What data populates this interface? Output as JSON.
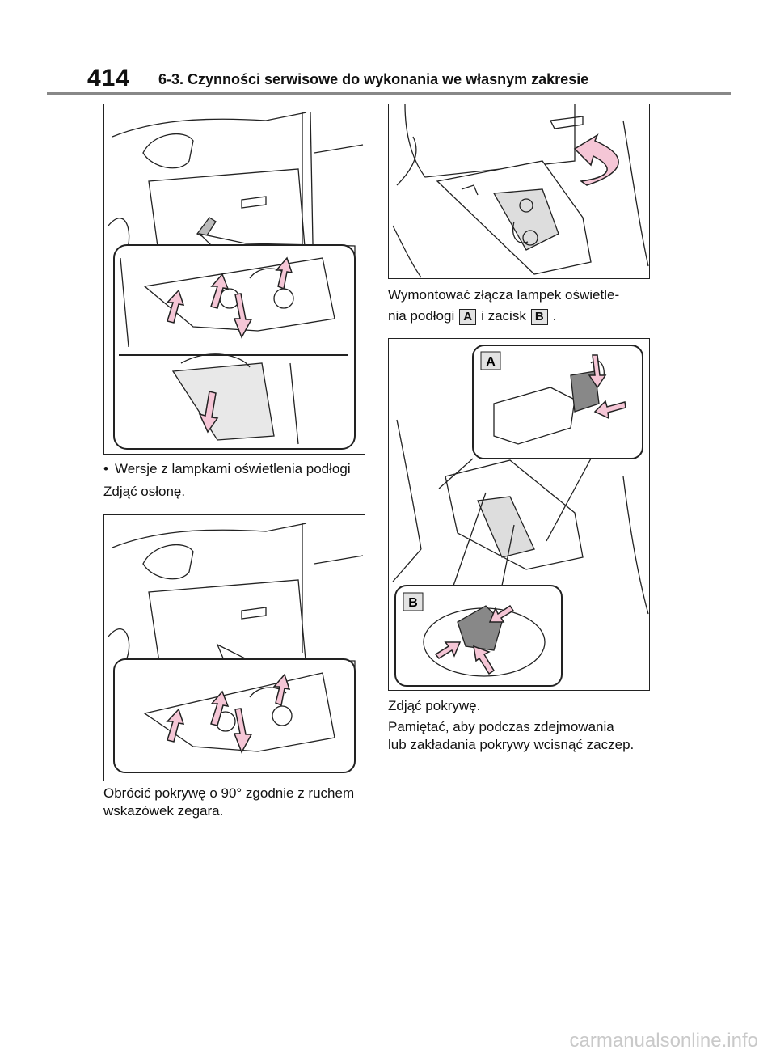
{
  "header": {
    "page_number": "414",
    "section_title": "6-3. Czynności serwisowe do wykonania we własnym zakresie"
  },
  "left_column": {
    "bullet_line": "Wersje z lampkami oświetlenia podłogi",
    "step_remove_cover": "Zdjąć osłonę.",
    "rotate_line1": "Obrócić pokrywę o 90° zgodnie z ruchem",
    "rotate_line2": "wskazówek zegara."
  },
  "right_column": {
    "connectors_line1": "Wymontować złącza lampek oświetle-",
    "connectors_line2_prefix": "nia podłogi",
    "connectors_line2_middle": "i zacisk",
    "connectors_line2_suffix": ".",
    "callout_a": "A",
    "callout_b": "B",
    "remove_lid": "Zdjąć pokrywę.",
    "remember_line1": "Pamiętać, aby podczas zdejmowania",
    "remember_line2": "lub zakładania pokrywy wcisnąć zaczep."
  },
  "figures": {
    "fig4_label_a": "A",
    "fig4_label_b": "B"
  },
  "watermark": "carmanualsonline.info",
  "colors": {
    "arrow_fill": "#f5c6d6",
    "line": "#222222",
    "rule": "#888888"
  }
}
